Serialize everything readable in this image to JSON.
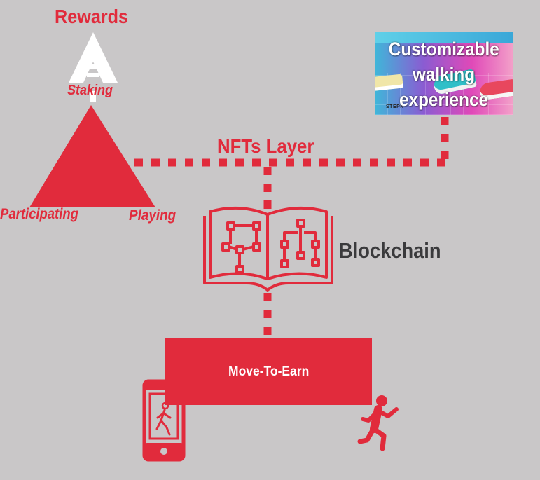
{
  "colors": {
    "background": "#c9c7c8",
    "accent_red": "#e12b3c",
    "dark_text": "#3a3a3c",
    "white": "#ffffff"
  },
  "labels": {
    "rewards": "Rewards",
    "staking": "Staking",
    "participating": "Participating",
    "playing": "Playing",
    "nfts_layer": "NFTs Layer",
    "blockchain": "Blockchain",
    "move_to_earn": "Move-To-Earn"
  },
  "media_card": {
    "caption_lines": [
      "Customizable",
      "walking",
      "experience"
    ],
    "brand_text": "STEPN"
  },
  "icons": {
    "triangle": "pyramid-triangle-icon",
    "up_arrow": "up-arrow-icon",
    "book": "open-book-flowchart-icon",
    "phone": "smartphone-walking-icon",
    "runner": "running-person-icon"
  }
}
